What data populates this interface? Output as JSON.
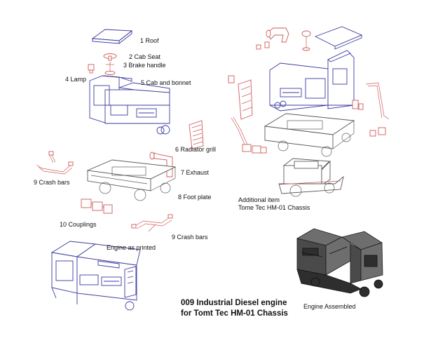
{
  "labels": {
    "roof": "1 Roof",
    "cab_seat": "2 Cab Seat",
    "brake_handle": "3 Brake handle",
    "lamp": "4 Lamp",
    "cab_bonnet": "5 Cab and bonnet",
    "radiator": "6 Radiator grill",
    "exhaust": "7 Exhaust",
    "foot_plate": "8 Foot plate",
    "crash_bars_left": "9 Crash bars",
    "couplings": "10 Couplings",
    "crash_bars_bottom": "9 Crash bars",
    "engine_printed": "Engine as printed",
    "additional_line1": "Additional item",
    "additional_line2": "Tome Tec HM-01 Chassis",
    "title_line1": "009 Industrial Diesel engine",
    "title_line2": "for Tomt Tec HM-01 Chassis",
    "engine_assembled": "Engine Assembled"
  },
  "colors": {
    "part_outline_blue": "#3a3aa0",
    "part_outline_red": "#d05a5a",
    "part_outline_grey": "#5a5a5a",
    "assembled_grey": "#4a4a4a"
  }
}
